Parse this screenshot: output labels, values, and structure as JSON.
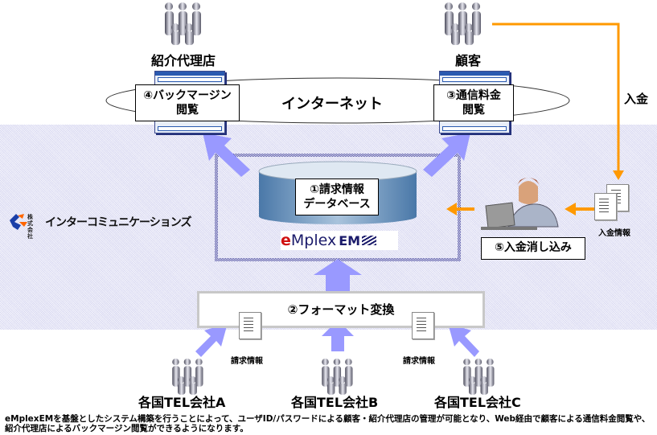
{
  "diagram": {
    "title": "eMplexEM 請求情報システム構成図",
    "colors": {
      "internal_band": "#e4e4f6",
      "blue_arrow": "#9999ff",
      "orange_arrow": "#ff9900",
      "system_frame": "#3b3b9a"
    },
    "nodes": {
      "agency": {
        "label": "紹介代理店",
        "icon": "people-group-icon"
      },
      "customer": {
        "label": "顧客",
        "icon": "people-group-icon"
      },
      "internet": {
        "label": "インターネット"
      },
      "agency_browser": {
        "label_line1": "④バックマージン",
        "label_line2": "閲覧",
        "icon": "browser-window-icon"
      },
      "customer_browser": {
        "label_line1": "③通信料金",
        "label_line2": "閲覧",
        "icon": "browser-window-icon"
      },
      "database": {
        "label_line1": "①請求情報",
        "label_line2": "データベース",
        "icon": "database-cylinder-icon"
      },
      "product_logo": {
        "text_e": "e",
        "text_main": "Mplex",
        "text_em": "EM"
      },
      "company_logo": {
        "text": "インターコミュニケーションズ",
        "prefix": "株式会社"
      },
      "reconcile": {
        "label": "⑤入金消し込み",
        "icon": "person-laptop-icon"
      },
      "payment_info": {
        "label": "入金情報",
        "icon": "documents-icon"
      },
      "payment": {
        "label": "入金"
      },
      "format_conversion": {
        "label": "②フォーマット変換"
      },
      "billing_info_left": {
        "label": "請求情報",
        "icon": "document-icon"
      },
      "billing_info_right": {
        "label": "請求情報",
        "icon": "document-icon"
      },
      "telco_a": {
        "label": "各国TEL会社A",
        "icon": "people-group-icon"
      },
      "telco_b": {
        "label": "各国TEL会社B",
        "icon": "people-group-icon"
      },
      "telco_c": {
        "label": "各国TEL会社C",
        "icon": "people-group-icon"
      }
    },
    "caption": "eMplexEMを基盤としたシステム構築を行うことによって、ユーザID/パスワードによる顧客・紹介代理店の管理が可能となり、Web経由で顧客による通信料金閲覧や、紹介代理店によるバックマージン閲覧ができるようになります。"
  }
}
